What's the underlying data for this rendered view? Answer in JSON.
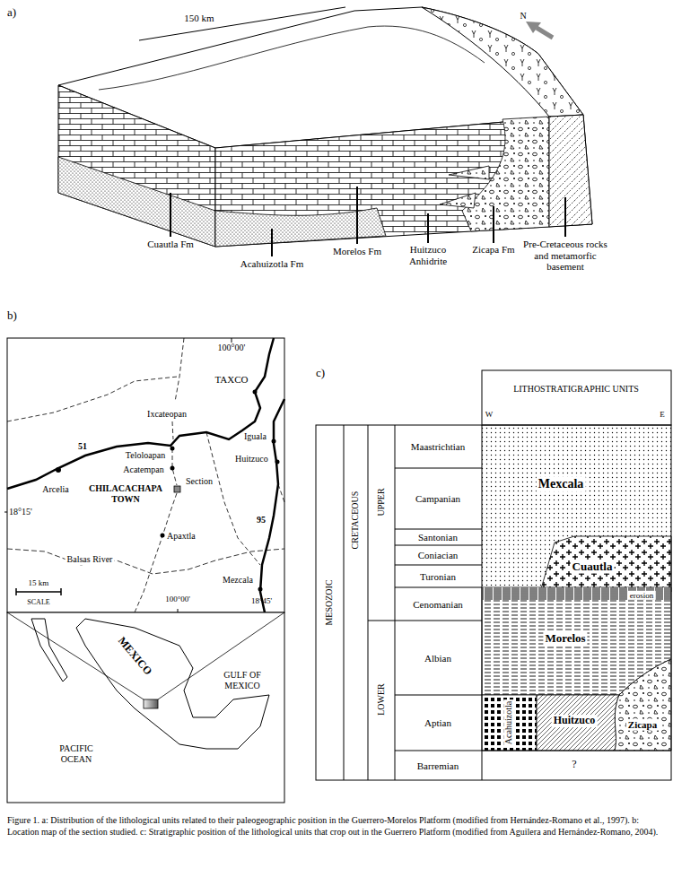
{
  "diagram": {
    "caption": "Figure 1. a: Distribution of the lithological units related to their paleogeographic position in the Guerrero-Morelos Platform (modified from Hernández-Romano et al., 1997). b: Location map of the section studied. c: Stratigraphic position of the lithological units that crop out in the Guerrero Platform (modified from Aguilera and Hernández-Romano, 2004).",
    "labels": [
      "a)",
      "150 km",
      "N",
      "Cuautla Fm",
      "Acahuizotla Fm",
      "Morelos Fm",
      "Huitzuco Anhidrite",
      "Zicapa Fm",
      "Pre-Cretaceous rocks and metamorfic basement",
      "b)",
      "100°00'",
      "TAXCO",
      "Ixcateopan",
      "51",
      "Teloloapan",
      "Acatempan",
      "Arcelia",
      "Section",
      "CHILACACHAPA TOWN",
      "Iguala",
      "Huitzuco",
      "18°15'",
      "Apaxtla",
      "Balsas River",
      "95",
      "Mezcala",
      "15 km",
      "SCALE",
      "100°00'",
      "18°45'",
      "MEXICO",
      "GULF OF MEXICO",
      "PACIFIC OCEAN",
      "c)",
      "LITHOSTRATIGRAPHIC UNITS",
      "W",
      "E",
      "MESOZOIC",
      "CRETACEOUS",
      "UPPER",
      "LOWER",
      "Maastrichtian",
      "Campanian",
      "Santonian",
      "Coniacian",
      "Turonian",
      "Cenomanian",
      "Albian",
      "Aptian",
      "Barremian",
      "Mexcala",
      "Cuautla",
      "erosion",
      "Morelos",
      "Acahuizotla",
      "Huitzuco",
      "Zicapa",
      "?"
    ]
  }
}
